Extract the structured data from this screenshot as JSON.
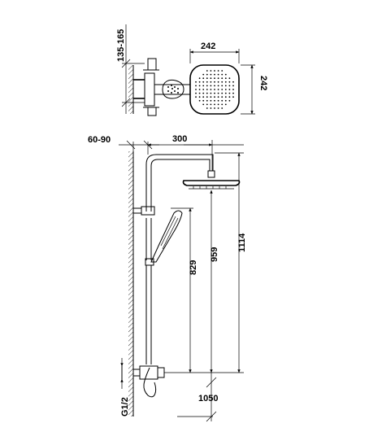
{
  "dimensions": {
    "top_view_depth": "135-165",
    "head_width": "242",
    "head_depth": "242",
    "wall_offset": "60-90",
    "arm_reach": "300",
    "hand_shower_height": "829",
    "head_outlet_height": "959",
    "overall_height": "1114",
    "inlet_thread": "G1/2",
    "mounting_height": "1050"
  }
}
